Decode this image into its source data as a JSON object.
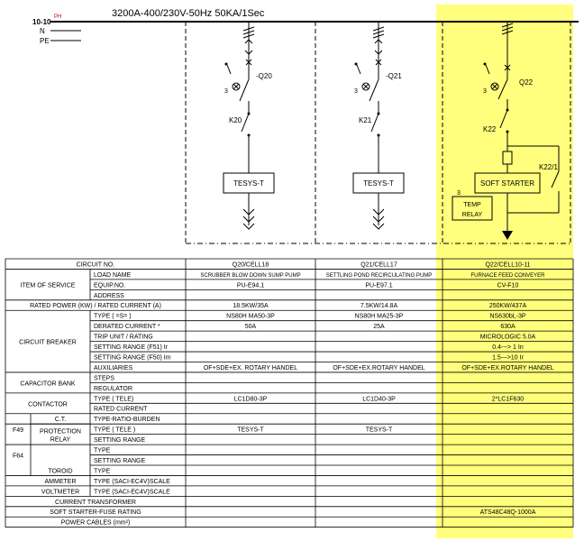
{
  "header": {
    "phase_label": "10-10",
    "ph_label": "PH",
    "n_label": "N",
    "pe_label": "PE",
    "bus_rating": "3200A-400/230V-50Hz 50KA/1Sec"
  },
  "colors": {
    "highlight": "#ffff66",
    "phase_red": "#cc0000"
  },
  "feeders": [
    {
      "breaker": "-Q20",
      "contactor": "K20",
      "relay": "TESYS-T",
      "pole": "3"
    },
    {
      "breaker": "-Q21",
      "contactor": "K21",
      "relay": "TESYS-T",
      "pole": "3"
    },
    {
      "breaker": "Q22",
      "contactor": "K22",
      "relay": "SOFT STARTER",
      "aux": "K22/1",
      "pole": "3",
      "temp_relay_1": "TEMP",
      "temp_relay_2": "RELAY"
    }
  ],
  "table": {
    "headers": [
      "CIRCUIT NO.",
      "Q20/CELL18",
      "Q21/CELL17",
      "Q22/CELL10-11"
    ],
    "groups": {
      "item": "ITEM OF SERVICE",
      "cb": "CIRCUIT BREAKER",
      "cap": "CAPACITOR BANK",
      "contactor": "CONTACTOR",
      "f49": "F49",
      "prot1": "PROTECTION",
      "prot2": "RELAY",
      "ct": "C.T.",
      "f64": "F64",
      "toroid": "TOROID",
      "ammeter": "AMMETER",
      "voltmeter": "VOLTMETER"
    },
    "rows": [
      {
        "label": "LOAD NAME",
        "v": [
          "SCRUBBER BLOW DOWN SUMP PUMP",
          "SETTLING POND RECIRCULATING PUMP",
          "FURNACE FEED CONVEYER"
        ]
      },
      {
        "label": "EQUIP.NO.",
        "v": [
          "PU-E94.1",
          "PU-E97.1",
          "CV-F10"
        ]
      },
      {
        "label": "ADDRESS",
        "v": [
          "",
          "",
          ""
        ]
      },
      {
        "label": "RATED POWER (KW) / RATED CURRENT (A)",
        "v": [
          "18.5KW/35A",
          "7.5KW/14.8A",
          "250KW/437A"
        ]
      },
      {
        "label": "TYPE ( =S= )",
        "v": [
          "NS80H MA50-3P",
          "NS80H MA25-3P",
          "NS630bL-3P"
        ]
      },
      {
        "label": "DERATED CURRENT *",
        "v": [
          "50A",
          "25A",
          "630A"
        ]
      },
      {
        "label": "TRIP UNIT / RATING",
        "v": [
          "",
          "",
          "MICROLOGIC 5.0A"
        ]
      },
      {
        "label": "SETTING RANGE (F51) Ir",
        "v": [
          "",
          "",
          "0.4---> 1 In"
        ]
      },
      {
        "label": "SETTING RANGE (F50) Im",
        "v": [
          "",
          "",
          "1.5--->10 Ir"
        ]
      },
      {
        "label": "AUXILIARIES",
        "v": [
          "OF+SDE+EX. ROTARY HANDEL",
          "OF+SDE+EX.ROTARY HANDEL",
          "OF+SDE+EX.ROTARY HANDEL"
        ]
      },
      {
        "label": "STEPS",
        "v": [
          "",
          "",
          ""
        ]
      },
      {
        "label": "REGULATOR",
        "v": [
          "",
          "",
          ""
        ]
      },
      {
        "label": "TYPE ( TELE)",
        "v": [
          "LC1D80-3P",
          "LC1D40-3P",
          "2*LC1F630"
        ]
      },
      {
        "label": "RATED CURRENT",
        "v": [
          "",
          "",
          ""
        ]
      },
      {
        "label": "TYPE-RATIO-BURDEN",
        "v": [
          "",
          "",
          ""
        ]
      },
      {
        "label": "TYPE ( TELE )",
        "v": [
          "TESYS-T",
          "TESYS-T",
          ""
        ]
      },
      {
        "label": "SETTING RANGE",
        "v": [
          "",
          "",
          ""
        ]
      },
      {
        "label": "TYPE",
        "v": [
          "",
          "",
          ""
        ]
      },
      {
        "label": "SETTING RANGE",
        "v": [
          "",
          "",
          ""
        ]
      },
      {
        "label": "TYPE",
        "v": [
          "",
          "",
          ""
        ]
      },
      {
        "label": "TYPE  (SACI-EC4V)SCALE",
        "v": [
          "",
          "",
          ""
        ]
      },
      {
        "label": "TYPE  (SACI-EC4V)SCALE",
        "v": [
          "",
          "",
          ""
        ]
      },
      {
        "label": "CURRENT TRANSFORMER",
        "v": [
          "",
          "",
          ""
        ]
      },
      {
        "label": "SOFT STARTER-FUSE RATING",
        "v": [
          "",
          "",
          "ATS48C48Q-1000A"
        ]
      },
      {
        "label": "POWER CABLES (mm²)",
        "v": [
          "",
          "",
          ""
        ]
      }
    ]
  }
}
